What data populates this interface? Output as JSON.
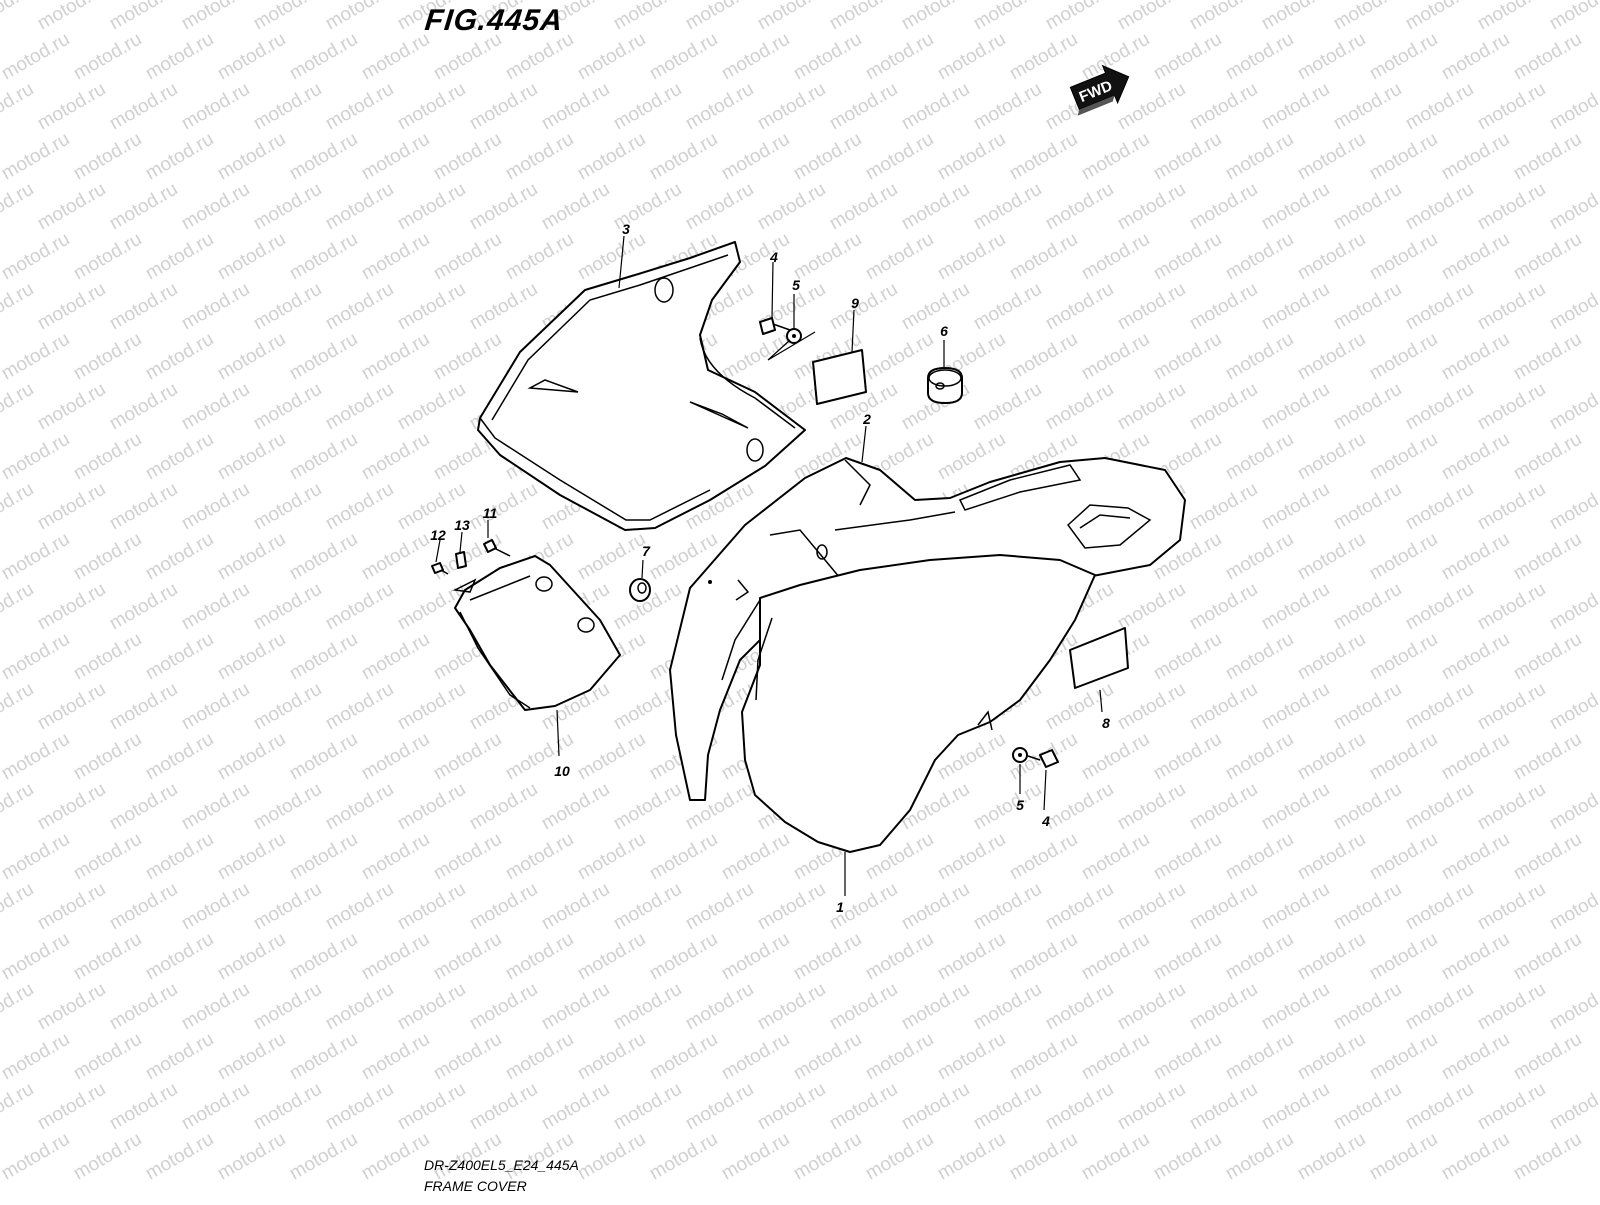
{
  "figure": {
    "title": "FIG.445A",
    "model_code": "DR-Z400EL5_E24_445A",
    "section_name": "FRAME COVER"
  },
  "watermark": {
    "text": "motod.ru",
    "color": "#d0d0d0"
  },
  "direction_badge": {
    "label": "FWD",
    "icon": "forward-arrow-icon"
  },
  "callouts": [
    "1",
    "2",
    "3",
    "4",
    "5",
    "6",
    "7",
    "8",
    "9",
    "10",
    "11",
    "12",
    "13",
    "5",
    "4"
  ]
}
